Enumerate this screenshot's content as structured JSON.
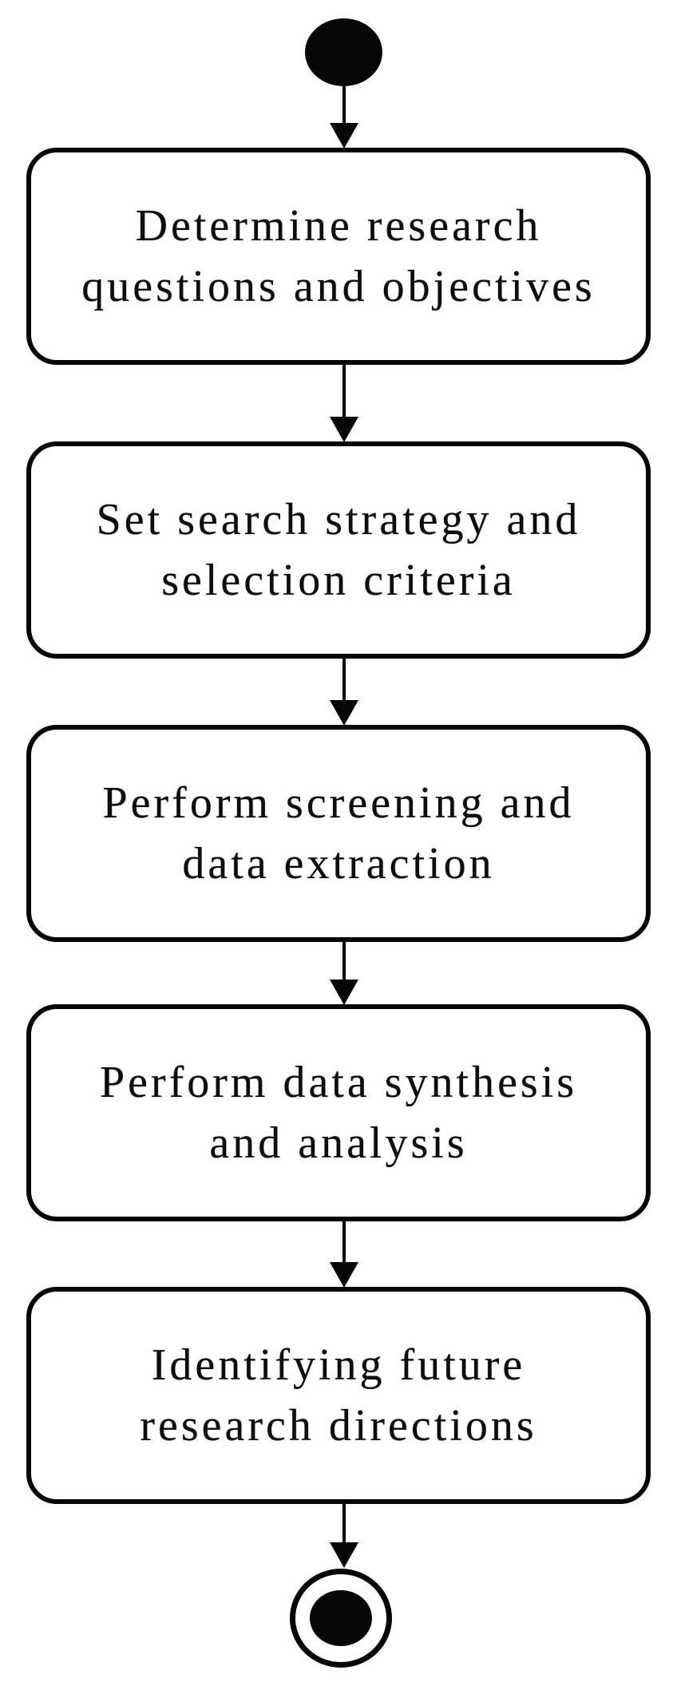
{
  "diagram": {
    "type": "activity-flowchart",
    "start_node": {
      "shape": "filled-circle"
    },
    "end_node": {
      "shape": "bullseye-circle"
    },
    "steps": [
      {
        "lines": [
          "Determine research",
          "questions and objectives"
        ]
      },
      {
        "lines": [
          "Set search strategy and",
          "selection criteria"
        ]
      },
      {
        "lines": [
          "Perform screening and",
          "data extraction"
        ]
      },
      {
        "lines": [
          "Perform data synthesis",
          "and analysis"
        ]
      },
      {
        "lines": [
          "Identifying future",
          "research directions"
        ]
      }
    ],
    "colors": {
      "background": "#ffffff",
      "node_fill": "#ffffff",
      "node_border": "#060606",
      "text": "#0d0d0d",
      "arrow": "#060606"
    }
  }
}
